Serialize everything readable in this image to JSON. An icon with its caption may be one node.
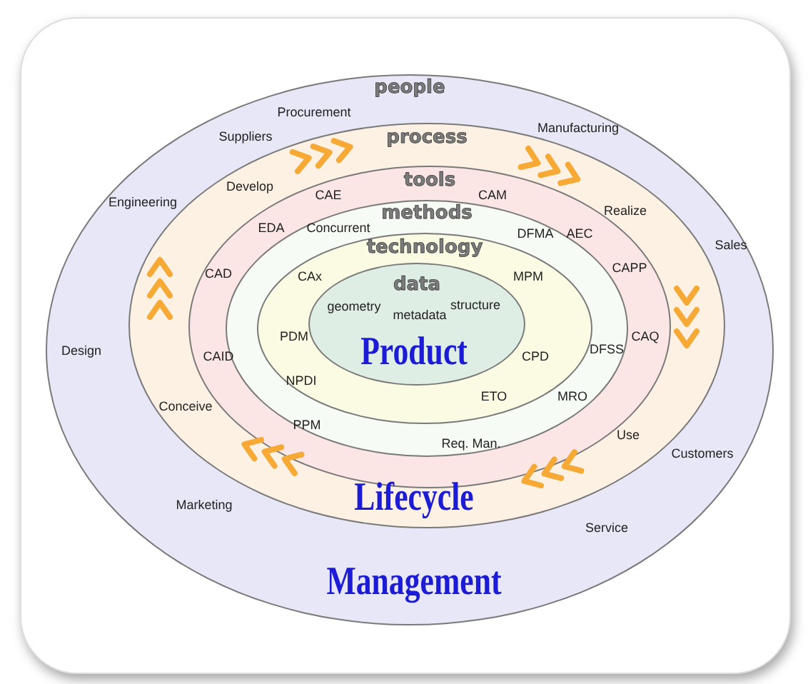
{
  "diagram": {
    "nodes": [
      {
        "text": [
          "people"
        ]
      },
      {
        "text": [
          "process"
        ],
        "in": 0
      },
      {
        "text": [
          "tools"
        ],
        "in": 1
      },
      {
        "text": [
          "methods"
        ],
        "in": 2
      },
      {
        "text": [
          "technology"
        ],
        "in": 3
      },
      {
        "text": [
          "data"
        ],
        "in": 4
      }
    ],
    "labels": [
      "Procurement",
      "Manufacturing",
      "Suppliers",
      "Develop",
      "CAE",
      "CAM",
      "Engineering",
      "Realize",
      "EDA",
      "Concurrent",
      "DFMA",
      "AEC",
      "Sales",
      "CAD",
      "CAPP",
      "CAx",
      "MPM",
      "geometry",
      "structure",
      "metadata",
      "Design",
      "PDM",
      "CAID",
      "Product",
      "CPD",
      "DFSS",
      "CAQ",
      "NPDI",
      "ETO",
      "MRO",
      "Conceive",
      "PPM",
      "Use",
      "Req. Man.",
      "Customers",
      "Lifecycle",
      "Marketing",
      "Service",
      "Management"
    ]
  }
}
